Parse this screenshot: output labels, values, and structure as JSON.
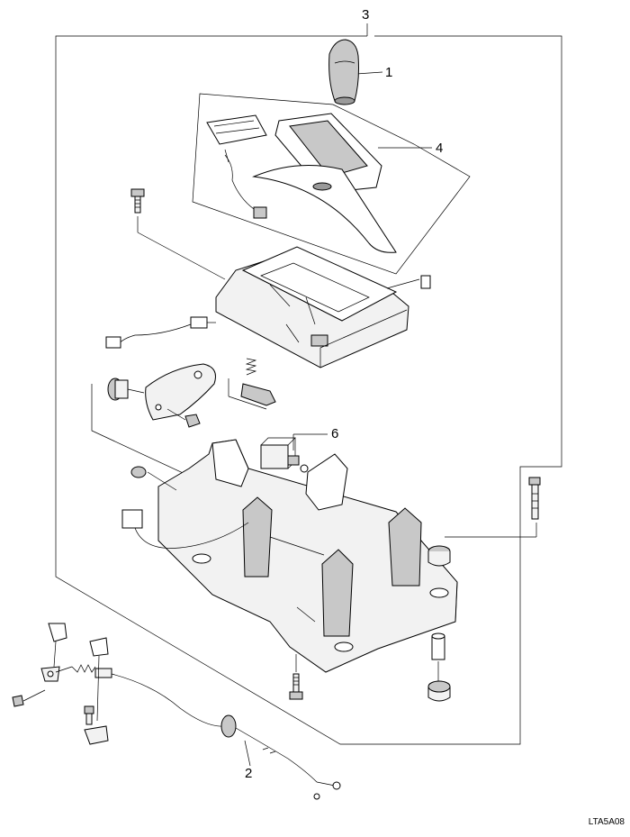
{
  "diagram": {
    "figure_code": "LTA5A08",
    "callouts": [
      {
        "id": "1",
        "label": "1"
      },
      {
        "id": "2",
        "label": "2"
      },
      {
        "id": "3",
        "label": "3"
      },
      {
        "id": "4",
        "label": "4"
      },
      {
        "id": "6",
        "label": "6"
      }
    ]
  }
}
